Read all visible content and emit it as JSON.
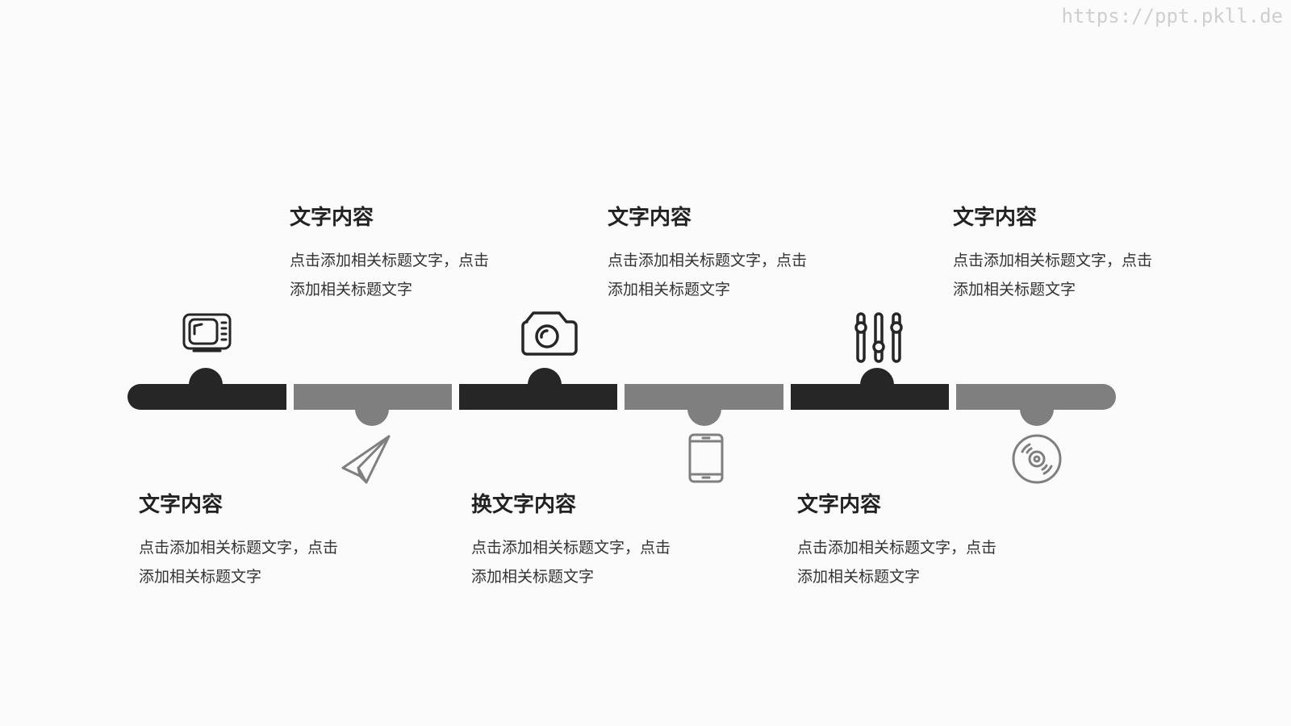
{
  "watermark": "https://ppt.pkll.de",
  "colors": {
    "dark": "#262626",
    "light": "#7f7f7f",
    "background": "#fcfbfc"
  },
  "steps": [
    {
      "icon": "tv-icon",
      "tone": "dark",
      "title": "文字内容",
      "desc_line1": "点击添加相关标题文字，点击",
      "desc_line2": "添加相关标题文字"
    },
    {
      "icon": "paper-plane-icon",
      "tone": "light",
      "title": "文字内容",
      "desc_line1": "点击添加相关标题文字，点击",
      "desc_line2": "添加相关标题文字"
    },
    {
      "icon": "camera-icon",
      "tone": "dark",
      "title": "换文字内容",
      "desc_line1": "点击添加相关标题文字，点击",
      "desc_line2": "添加相关标题文字"
    },
    {
      "icon": "phone-icon",
      "tone": "light",
      "title": "文字内容",
      "desc_line1": "点击添加相关标题文字，点击",
      "desc_line2": "添加相关标题文字"
    },
    {
      "icon": "sliders-icon",
      "tone": "dark",
      "title": "文字内容",
      "desc_line1": "点击添加相关标题文字，点击",
      "desc_line2": "添加相关标题文字"
    },
    {
      "icon": "disc-icon",
      "tone": "light",
      "title": "文字内容",
      "desc_line1": "点击添加相关标题文字，点击",
      "desc_line2": "添加相关标题文字"
    }
  ]
}
